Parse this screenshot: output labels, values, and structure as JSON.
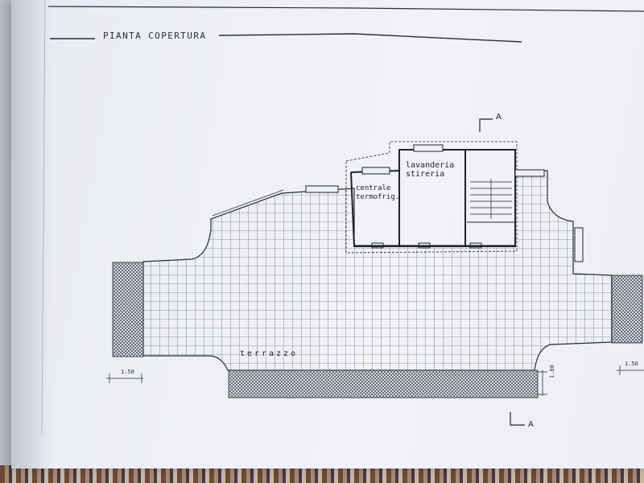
{
  "drawing": {
    "title": "PIANTA COPERTURA",
    "rooms": {
      "laundry_line1": "lavanderia",
      "laundry_line2": "stireria",
      "plant_line1": "centrale",
      "plant_line2": "termofrig."
    },
    "terrace_label": "terrazzo",
    "dimensions": {
      "left": "1.50",
      "right": "1.50",
      "bottom": "1.80"
    },
    "section_marker": "A"
  }
}
